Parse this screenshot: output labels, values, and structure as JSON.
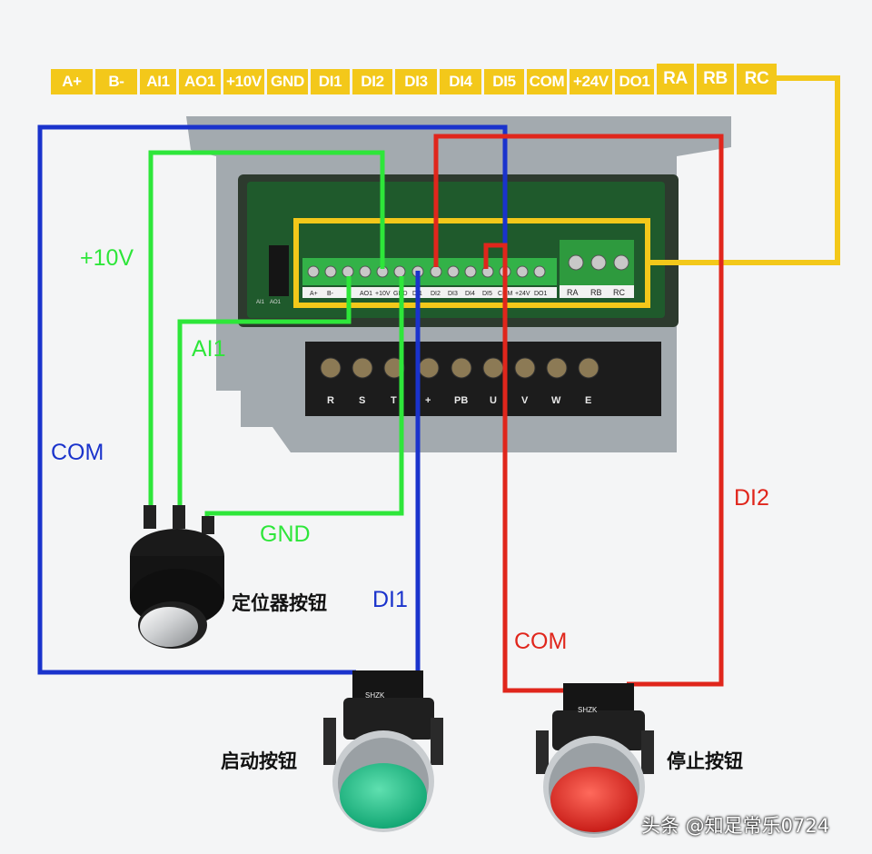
{
  "terminals": [
    "A+",
    "B-",
    "AI1",
    "AO1",
    "+10V",
    "GND",
    "DI1",
    "DI2",
    "DI3",
    "DI4",
    "DI5",
    "COM",
    "+24V",
    "DO1",
    "RA",
    "RB",
    "RC"
  ],
  "board_labels": [
    "A+",
    "B-",
    "AO1",
    "+10V",
    "GND",
    "DI1",
    "DI2",
    "DI3",
    "DI4",
    "DI5",
    "COM",
    "+24V",
    "DO1"
  ],
  "board_relay_labels": [
    "RA",
    "RB",
    "RC"
  ],
  "board_switch_labels": [
    "AI1",
    "AO1"
  ],
  "power_labels": [
    "R",
    "S",
    "T",
    "+",
    "PB",
    "U",
    "V",
    "W",
    "E"
  ],
  "wire_labels": {
    "plus10v": "+10V",
    "ai1": "AI1",
    "gnd": "GND",
    "com_left": "COM",
    "di1": "DI1",
    "com_right": "COM",
    "di2": "DI2"
  },
  "parts": {
    "potentiometer": "定位器按钮",
    "start_button": "启动按钮",
    "stop_button": "停止按钮"
  },
  "button_brand": "SHZK",
  "watermark": "头条 @知足常乐0724",
  "colors": {
    "terminal_bar": "#f3c81a",
    "wire_blue": "#1a33cc",
    "wire_green": "#2ee63a",
    "wire_red": "#e0261c",
    "wire_yellow": "#f3c81a",
    "start_button": "#1fc48c",
    "stop_button": "#e02a26"
  }
}
